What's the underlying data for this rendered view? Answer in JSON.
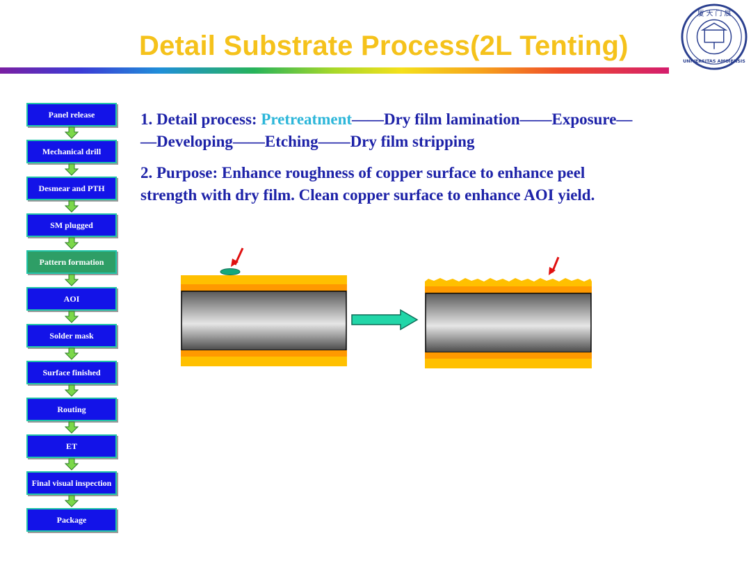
{
  "title": "Detail Substrate Process(2L Tenting)",
  "logo": {
    "text_top": "厦 大 门 展",
    "text_bottom": "UNIVERSITAS AMOIENSIS",
    "icon": "university-seal"
  },
  "flow_steps": [
    {
      "label": "Panel release",
      "color": "blue"
    },
    {
      "label": "Mechanical drill",
      "color": "blue"
    },
    {
      "label": "Desmear and PTH",
      "color": "blue"
    },
    {
      "label": "SM plugged",
      "color": "blue"
    },
    {
      "label": "Pattern formation",
      "color": "green"
    },
    {
      "label": "AOI",
      "color": "blue"
    },
    {
      "label": "Solder mask",
      "color": "blue"
    },
    {
      "label": "Surface finished",
      "color": "blue"
    },
    {
      "label": "Routing",
      "color": "blue"
    },
    {
      "label": "ET",
      "color": "blue"
    },
    {
      "label": "Final visual inspection",
      "color": "blue"
    },
    {
      "label": "Package",
      "color": "blue"
    }
  ],
  "detail": {
    "prefix": "1. Detail process: ",
    "highlight": "Pretreatment",
    "rest_line1": "——Dry film lamination——Exposure—",
    "line2": "—Developing——Etching——Dry film stripping"
  },
  "purpose": {
    "line1": "2. Purpose:  Enhance roughness of copper surface to enhance peel",
    "line2": "strength with dry film. Clean copper surface to enhance AOI yield."
  },
  "colors": {
    "title": "#F5C21B",
    "text": "#1D22A8",
    "highlight": "#2CB6D9",
    "step_blue": "#1313E8",
    "step_green": "#2E9E66",
    "copper": "#FFC000",
    "copper_inner": "#FF9900",
    "process_arrow": "#22D6A8",
    "pointer_arrow": "#E01010"
  }
}
